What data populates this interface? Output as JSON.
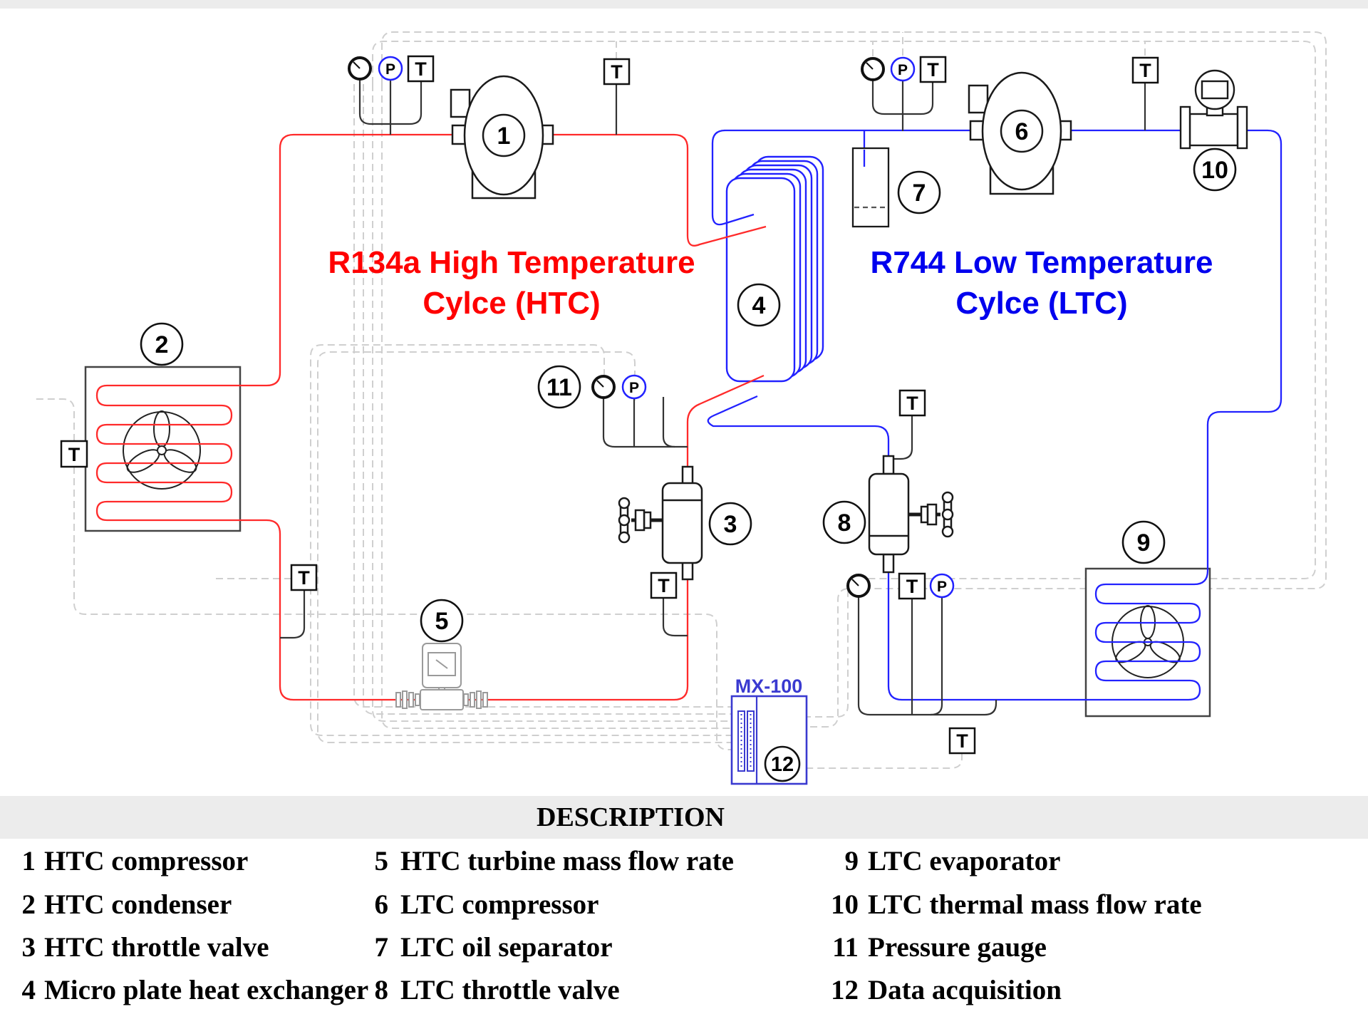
{
  "colors": {
    "pipe_red": "#ff2a2a",
    "pipe_blue": "#2222ff",
    "title_red": "#ff0000",
    "title_blue": "#0000ee",
    "daq_blue": "#3a3ad0",
    "dashed_gray": "#cfcfcf",
    "band_gray": "#ececec"
  },
  "titles": {
    "htc_line1": "R134a High Temperature",
    "htc_line2": "Cylce (HTC)",
    "ltc_line1": "R744 Low Temperature",
    "ltc_line2": "Cylce (LTC)"
  },
  "daq": {
    "model": "MX-100"
  },
  "sensors": {
    "pressure": "P",
    "temperature": "T"
  },
  "component_tags": {
    "c1": "1",
    "c2": "2",
    "c3": "3",
    "c4": "4",
    "c5": "5",
    "c6": "6",
    "c7": "7",
    "c8": "8",
    "c9": "9",
    "c10": "10",
    "c11": "11",
    "c12": "12"
  },
  "legend": {
    "heading": "DESCRIPTION",
    "cols": [
      {
        "items": [
          {
            "n": "1",
            "t": "HTC compressor"
          },
          {
            "n": "2",
            "t": "HTC condenser"
          },
          {
            "n": "3",
            "t": "HTC throttle valve"
          },
          {
            "n": "4",
            "t": "Micro plate heat exchanger"
          }
        ]
      },
      {
        "items": [
          {
            "n": "5",
            "t": "HTC turbine mass flow rate"
          },
          {
            "n": "6",
            "t": "LTC compressor"
          },
          {
            "n": "7",
            "t": "LTC oil separator"
          },
          {
            "n": "8",
            "t": "LTC throttle valve"
          }
        ]
      },
      {
        "items": [
          {
            "n": "9",
            "t": "LTC evaporator"
          },
          {
            "n": "10",
            "t": "LTC thermal mass flow rate"
          },
          {
            "n": "11",
            "t": "Pressure gauge"
          },
          {
            "n": "12",
            "t": "Data acquisition"
          }
        ]
      }
    ]
  }
}
